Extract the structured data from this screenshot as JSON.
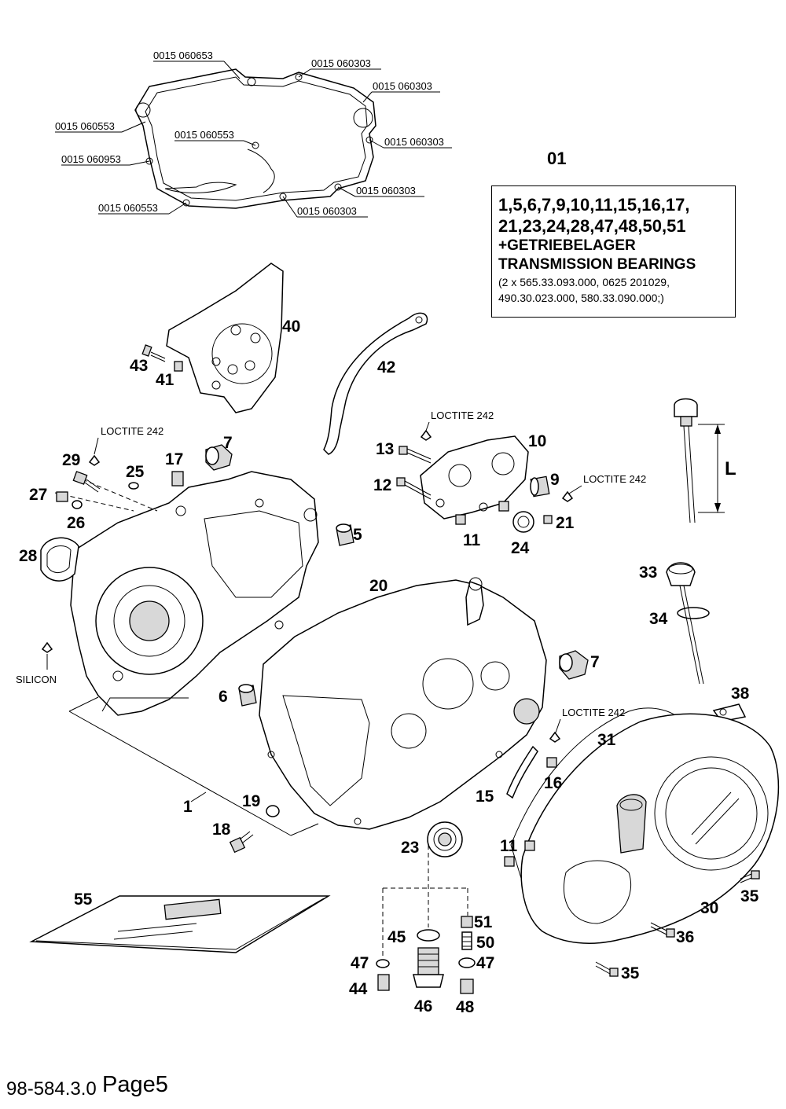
{
  "kit": {
    "number": "01",
    "lines": [
      "1,5,6,7,9,10,11,15,16,17,",
      "21,23,24,28,47,48,50,51"
    ],
    "bold_lines": [
      "+GETRIEBELAGER",
      "TRANSMISSION BEARINGS"
    ],
    "small_lines": [
      "(2 x 565.33.093.000, 0625 201029,",
      "490.30.023.000, 580.33.090.000;)"
    ]
  },
  "gasket_parts": {
    "p0": "0015 060653",
    "p1": "0015 060303",
    "p2": "0015 060303",
    "p3": "0015 060553",
    "p4": "0015 060553",
    "p5": "0015 060303",
    "p6": "0015 060953",
    "p7": "0015 060303",
    "p8": "0015 060553",
    "p9": "0015 060303"
  },
  "notes": {
    "loctite_a": "LOCTITE 242",
    "loctite_b": "LOCTITE 242",
    "loctite_c": "LOCTITE 242",
    "loctite_d": "LOCTITE 242",
    "silicon": "SILICON",
    "dimension": "L"
  },
  "callouts": {
    "c1": "1",
    "c5": "5",
    "c6": "6",
    "c7a": "7",
    "c7b": "7",
    "c9": "9",
    "c10": "10",
    "c11a": "11",
    "c11b": "11",
    "c12": "12",
    "c13": "13",
    "c15": "15",
    "c16": "16",
    "c17": "17",
    "c18": "18",
    "c19": "19",
    "c20": "20",
    "c21": "21",
    "c23": "23",
    "c24": "24",
    "c25": "25",
    "c26": "26",
    "c27": "27",
    "c28": "28",
    "c29": "29",
    "c30": "30",
    "c31": "31",
    "c33": "33",
    "c34": "34",
    "c35a": "35",
    "c35b": "35",
    "c36": "36",
    "c38": "38",
    "c40": "40",
    "c41": "41",
    "c42": "42",
    "c43": "43",
    "c44": "44",
    "c45": "45",
    "c46": "46",
    "c47a": "47",
    "c47b": "47",
    "c48": "48",
    "c50": "50",
    "c51": "51",
    "c55": "55"
  },
  "footer": {
    "doc_code": "98-584.3.0",
    "page_label": "Page5"
  }
}
